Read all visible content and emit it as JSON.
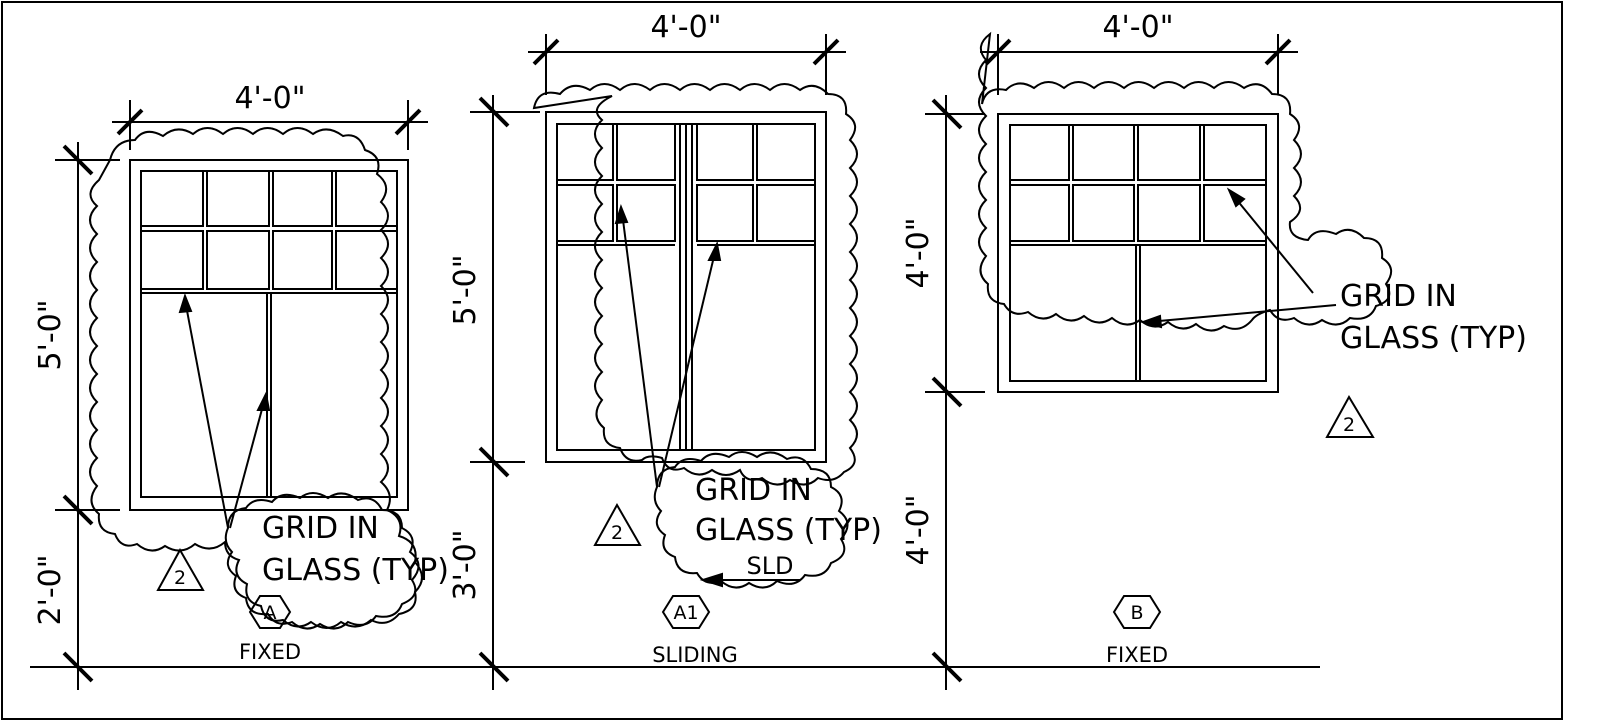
{
  "drawing": {
    "windows": [
      {
        "id": "A",
        "width_label": "4'-0\"",
        "height_label": "5'-0\"",
        "sill_label": "2'-0\"",
        "tag": "A",
        "type": "FIXED",
        "revision": "2",
        "grid_note": [
          "GRID IN",
          "GLASS (TYP)"
        ]
      },
      {
        "id": "A1",
        "width_label": "4'-0\"",
        "height_label": "5'-0\"",
        "sill_label": "3'-0\"",
        "tag": "A1",
        "type": "SLIDING",
        "revision": "2",
        "operation": "SLD",
        "grid_note": [
          "GRID IN",
          "GLASS (TYP)"
        ]
      },
      {
        "id": "B",
        "width_label": "4'-0\"",
        "height_label": "4'-0\"",
        "sill_label": "4'-0\"",
        "tag": "B",
        "type": "FIXED",
        "revision": "2",
        "grid_note": [
          "GRID IN",
          "GLASS (TYP)"
        ]
      }
    ]
  },
  "colors": {
    "line": "#000000",
    "background": "#ffffff"
  }
}
